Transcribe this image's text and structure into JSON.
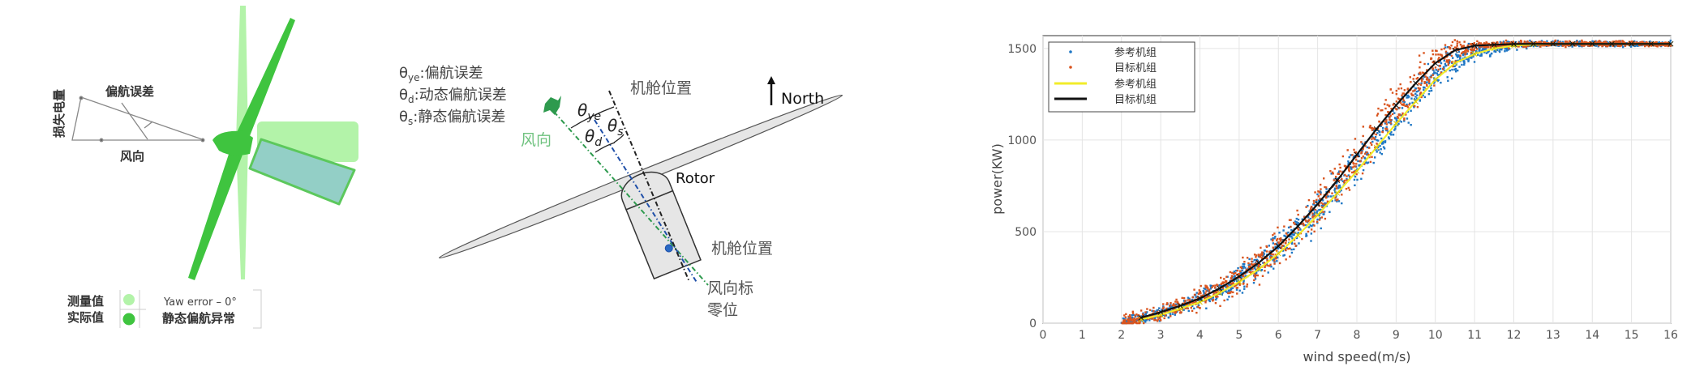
{
  "left_diagram": {
    "loss_label": "损失电量",
    "yaw_error_label": "偏航误差",
    "wind_dir_label": "风向",
    "legend": {
      "measured": "测量值",
      "actual": "实际值",
      "yaw_error_text": "Yaw error – 0°",
      "static_anomaly": "静态偏航异常"
    },
    "colors": {
      "actual": "#3fc43f",
      "measured": "#b3f3a9",
      "nacelle": "#93cfc6"
    }
  },
  "middle_diagram": {
    "legend": [
      {
        "symbol": "θ",
        "sub": "ye",
        "text": ":偏航误差"
      },
      {
        "symbol": "θ",
        "sub": "d",
        "text": ":动态偏航误差"
      },
      {
        "symbol": "θ",
        "sub": "s",
        "text": ":静态偏航误差"
      }
    ],
    "angle_labels": {
      "ye": "ye",
      "d": "d",
      "s": "s",
      "theta": "θ"
    },
    "nacelle_top": "机舱位置",
    "nacelle_bottom": "机舱位置",
    "north": "North",
    "rotor": "Rotor",
    "wind_dir": "风向",
    "vane_zero_1": "风向标",
    "vane_zero_2": "零位",
    "colors": {
      "wind": "#2e9a4e",
      "vane": "#1f4fa8",
      "nacelle_axis": "#222222"
    }
  },
  "chart_data": {
    "type": "scatter",
    "title": "",
    "xlabel": "wind speed(m/s)",
    "ylabel": "power(KW)",
    "xlim": [
      0,
      16
    ],
    "ylim": [
      0,
      1570
    ],
    "xticks": [
      0,
      1,
      2,
      3,
      4,
      5,
      6,
      7,
      8,
      9,
      10,
      11,
      12,
      13,
      14,
      15,
      16
    ],
    "yticks": [
      0,
      500,
      1000,
      1500
    ],
    "grid": true,
    "legend_position": "top-left",
    "legend": [
      "参考机组",
      "目标机组",
      "参考机组",
      "目标机组"
    ],
    "curve_x": [
      2.5,
      3,
      3.5,
      4,
      4.5,
      5,
      5.5,
      6,
      6.5,
      7,
      7.5,
      8,
      8.5,
      9,
      9.5,
      10,
      10.5,
      11,
      11.5,
      12,
      12.5,
      13,
      13.5,
      14,
      14.5,
      15,
      15.5,
      16
    ],
    "series": [
      {
        "name": "参考机组",
        "kind": "scatter",
        "color": "#1f77c4",
        "shift_ms": 0.35,
        "spread_kw": 70
      },
      {
        "name": "目标机组",
        "kind": "scatter",
        "color": "#d9541e",
        "shift_ms": -0.15,
        "spread_kw": 80
      },
      {
        "name": "参考机组",
        "kind": "line",
        "color": "#f2ec2a",
        "values": [
          20,
          45,
          80,
          115,
          165,
          225,
          295,
          380,
          480,
          590,
          710,
          830,
          960,
          1090,
          1210,
          1330,
          1420,
          1470,
          1500,
          1515,
          1522,
          1525,
          1525,
          1525,
          1525,
          1525,
          1525,
          1525
        ]
      },
      {
        "name": "目标机组",
        "kind": "line",
        "color": "#111111",
        "values": [
          30,
          60,
          95,
          135,
          190,
          255,
          330,
          420,
          530,
          650,
          780,
          920,
          1060,
          1190,
          1310,
          1420,
          1490,
          1515,
          1520,
          1524,
          1525,
          1525,
          1525,
          1525,
          1525,
          1525,
          1525,
          1525
        ]
      }
    ]
  }
}
